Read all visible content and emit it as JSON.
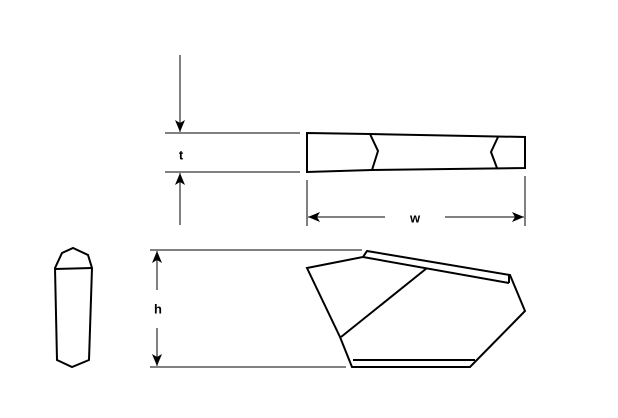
{
  "labels": {
    "thickness": "t",
    "width": "w",
    "height": "h"
  },
  "colors": {
    "line": "#000000",
    "background": "#ffffff"
  }
}
